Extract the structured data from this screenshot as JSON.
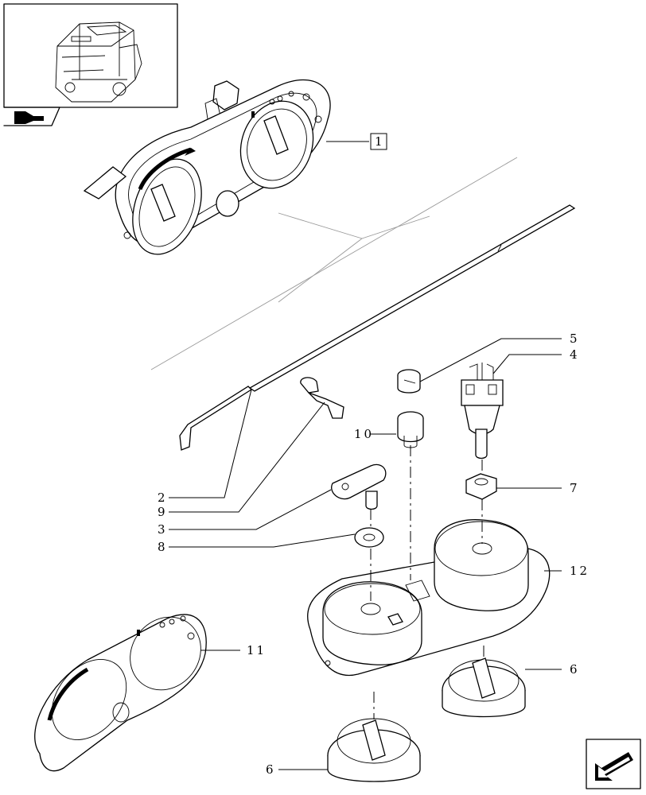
{
  "callouts": {
    "c1": "1",
    "c2": "2",
    "c3": "3",
    "c4": "4",
    "c5": "5",
    "c6a": "6",
    "c6b": "6",
    "c7": "7",
    "c8": "8",
    "c9": "9",
    "c10": "10",
    "c11": "11",
    "c12": "12"
  },
  "icons": {
    "thumbnail": "tractor-cab-icon",
    "section_tag": "book-arrow-icon",
    "next_page": "next-page-arrow-icon"
  }
}
